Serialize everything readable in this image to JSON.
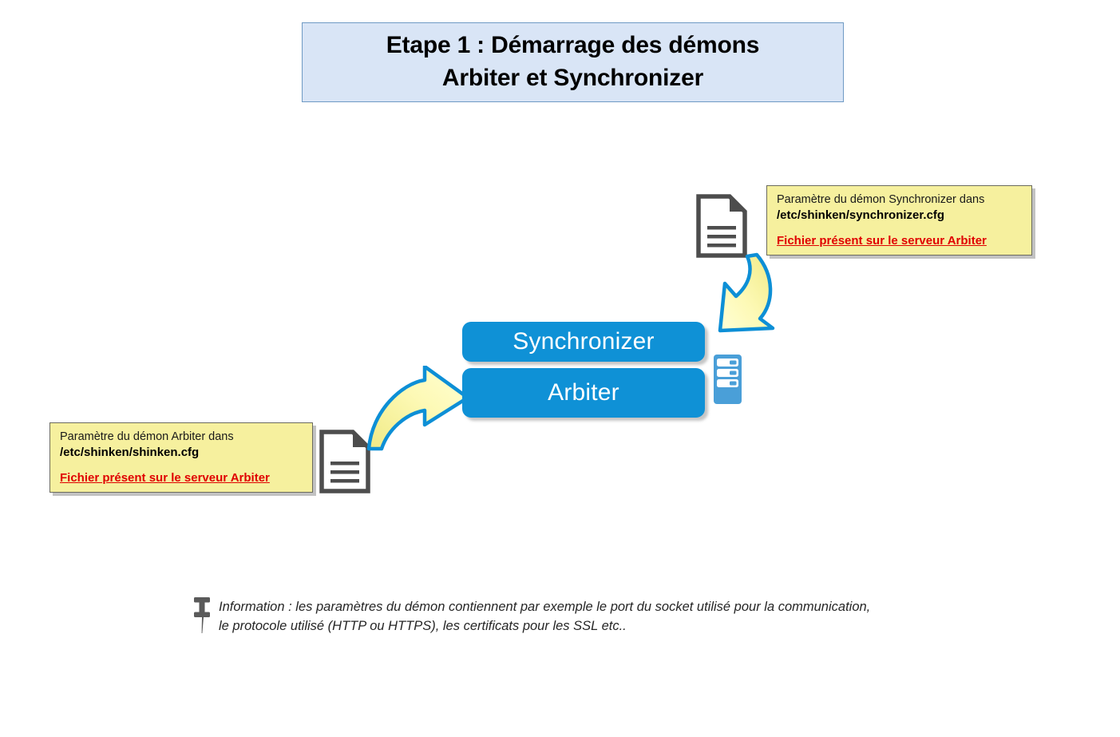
{
  "title": {
    "text": "Etape 1 : Démarrage des démons\nArbiter et Synchronizer",
    "background_color": "#d9e5f6",
    "border_color": "#6f9ac4"
  },
  "daemons": [
    {
      "id": "synchronizer",
      "label": "Synchronizer",
      "color": "#0f91d6"
    },
    {
      "id": "arbiter",
      "label": "Arbiter",
      "color": "#0f91d6"
    }
  ],
  "notes": [
    {
      "id": "synchronizer-config",
      "line1": "Paramètre du démon Synchronizer dans",
      "path": "/etc/shinken/synchronizer.cfg",
      "warning": "Fichier présent sur le serveur Arbiter",
      "background_color": "#f6f09e",
      "warning_color": "#e00000"
    },
    {
      "id": "arbiter-config",
      "line1": "Paramètre du démon Arbiter dans",
      "path": "/etc/shinken/shinken.cfg",
      "warning": "Fichier présent sur le serveur Arbiter",
      "background_color": "#f6f09e",
      "warning_color": "#e00000"
    }
  ],
  "icons": {
    "document_synchronizer": "document-icon",
    "document_arbiter": "document-icon",
    "server": "server-rack-icon",
    "pin": "push-pin-icon",
    "arrow_to_arbiter": "curved-arrow-right-icon",
    "arrow_to_synchronizer": "curved-arrow-down-left-icon"
  },
  "footer": {
    "text": "Information : les paramètres du démon contiennent par exemple le port du socket utilisé pour la communication,\nle protocole utilisé (HTTP ou HTTPS), les certificats pour les SSL etc.."
  },
  "palette": {
    "accent_blue": "#0f91d6",
    "arrow_outline": "#0d8fd6",
    "arrow_fill_light": "#ffffcc",
    "arrow_fill_dark": "#f2ec8a",
    "note_yellow": "#f6f09e",
    "warning_red": "#e00000",
    "doc_gray": "#4d4d4d"
  }
}
